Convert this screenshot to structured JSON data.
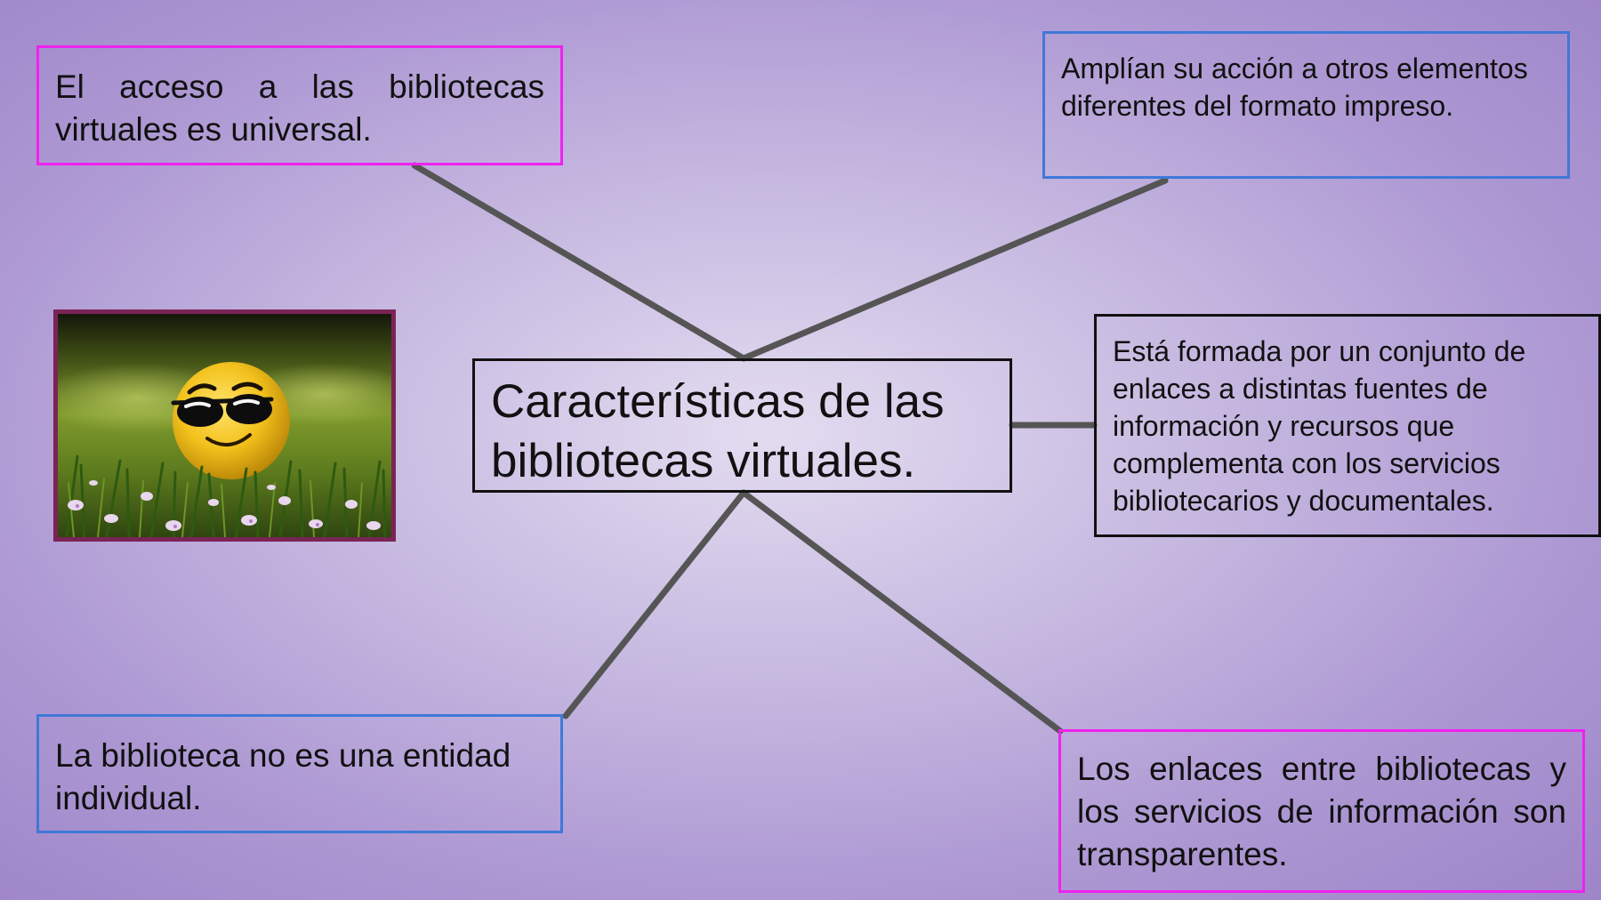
{
  "diagram": {
    "center": {
      "text": "Características de las bibliotecas virtuales."
    },
    "nodes": {
      "top_left": "El acceso a las bibliotecas virtuales es universal.",
      "top_right": "Amplían su acción a otros elementos diferentes del formato impreso.",
      "right": "Está formada por un conjunto de enlaces a distintas fuentes de información y recursos que complementa con los servicios bibliotecarios y documentales.",
      "bottom_left": "La biblioteca no es una entidad individual.",
      "bottom_right": "Los enlaces entre bibliotecas y los servicios de información son transparentes."
    },
    "image": {
      "icon": "smiley-ball-with-sunglasses-in-grass"
    },
    "colors": {
      "accent_magenta": "#ee22ee",
      "accent_blue": "#3f78d8",
      "connector": "#555555",
      "frame": "#7a2456"
    }
  }
}
